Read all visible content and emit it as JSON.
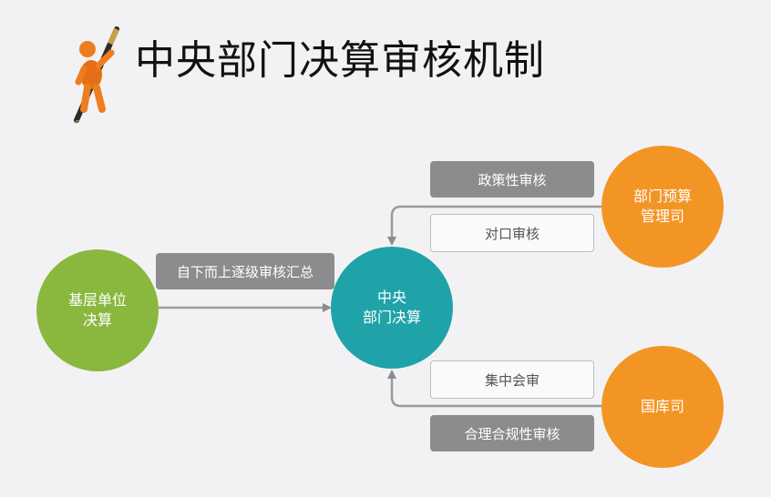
{
  "title": "中央部门决算审核机制",
  "nodes": {
    "grassroots": [
      "基层单位",
      "决算"
    ],
    "central": [
      "中央",
      "部门决算"
    ],
    "budget_dept": [
      "部门预算",
      "管理司"
    ],
    "treasury": "国库司"
  },
  "labels": {
    "bottom_up": "自下而上逐级审核汇总",
    "policy_review": "政策性审核",
    "counterpart_review": "对口审核",
    "centralized_review": "集中会审",
    "compliance_review": "合理合规性审核"
  },
  "colors": {
    "green": "#8ab83f",
    "teal": "#1fa3a8",
    "orange": "#f39525",
    "gray_box": "#8c8c8e"
  }
}
